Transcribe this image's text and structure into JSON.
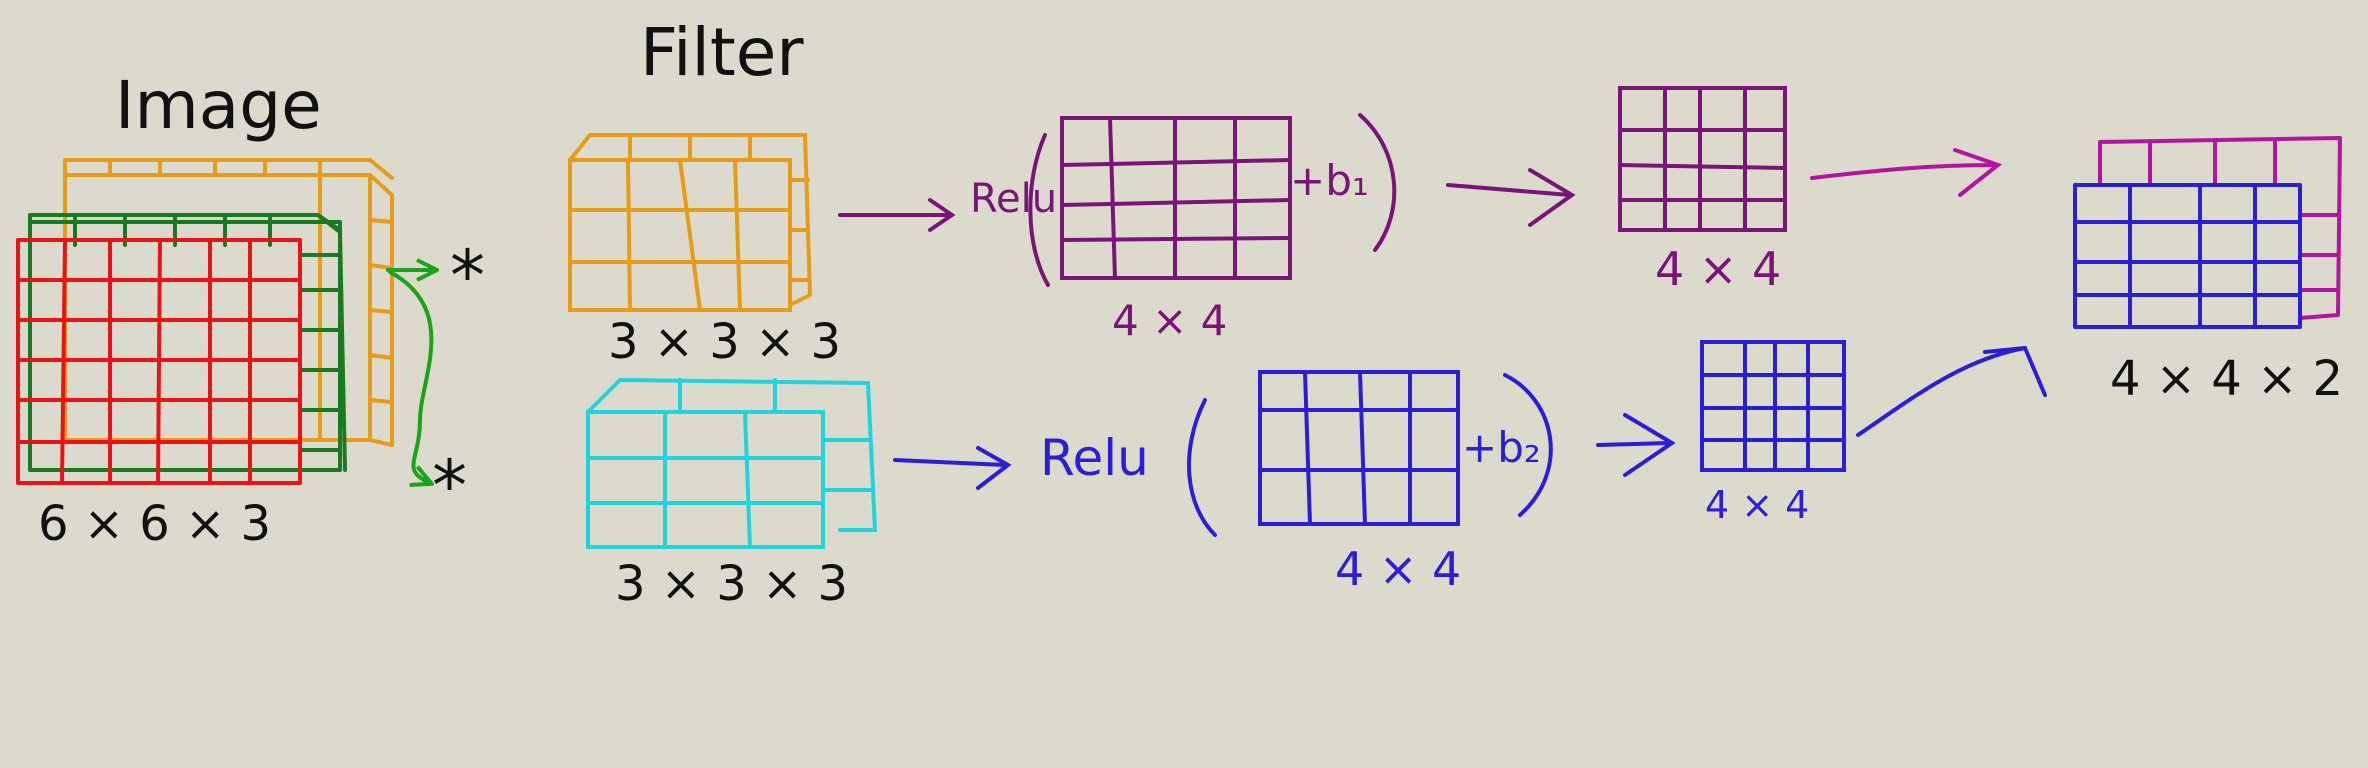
{
  "titles": {
    "image": "Image",
    "filter": "Filter"
  },
  "labels": {
    "image_dims": "6 × 6 × 3",
    "filter1_dims": "3 × 3 × 3",
    "filter2_dims": "3 × 3 × 3",
    "conv1_dims": "4 × 4",
    "conv2_dims": "4 × 4",
    "out1_dims": "4 × 4",
    "out2_dims": "4 × 4",
    "stack_dims": "4 × 4 × 2"
  },
  "operators": {
    "convolve_top": "*",
    "convolve_bottom": "*",
    "relu_top": "Relu",
    "relu_bottom": "Relu",
    "bias_top": "+b₁",
    "bias_bottom": "+b₂"
  },
  "colors": {
    "background": "#dcdacd",
    "image_r": "#e81416",
    "image_g": "#1a7a1f",
    "image_b": "#e89b18",
    "filter1": "#e89b18",
    "filter2": "#22d3de",
    "path1": "#7a1478",
    "path2": "#2a1fd4",
    "stack_back": "#b414a0",
    "arrow_green": "#1aa41a",
    "ink": "#111111"
  }
}
